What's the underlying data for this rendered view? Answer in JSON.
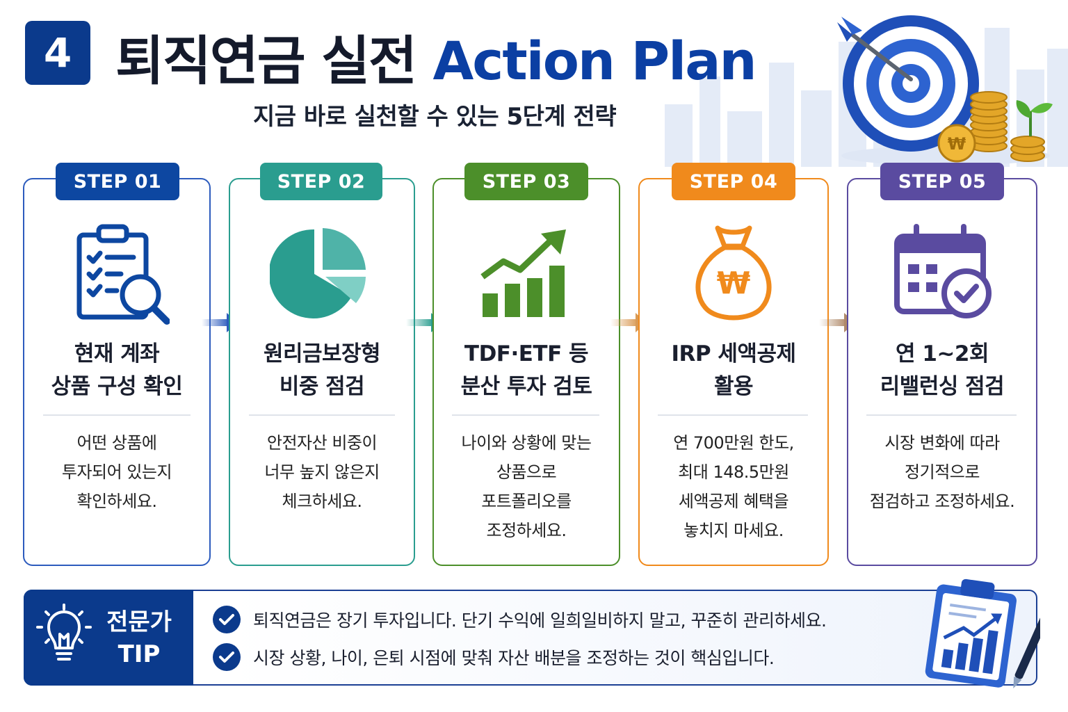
{
  "header": {
    "number": "4",
    "title_main": "퇴직연금 실전 ",
    "title_accent": "Action Plan",
    "subtitle": "지금 바로 실천할 수 있는 5단계 전략"
  },
  "colors": {
    "navy": "#0b3a8c",
    "step1": "#0d47a1",
    "step2": "#2a9d8f",
    "step3": "#4c8f2a",
    "step4": "#f08a1c",
    "step5": "#5a4ba0"
  },
  "steps": [
    {
      "tag": "STEP 01",
      "title1": "현재 계좌",
      "title2": "상품 구성 확인",
      "desc": [
        "어떤 상품에",
        "투자되어 있는지",
        "확인하세요."
      ],
      "icon": "clipboard-search-icon"
    },
    {
      "tag": "STEP 02",
      "title1": "원리금보장형",
      "title2": "비중 점검",
      "desc": [
        "안전자산 비중이",
        "너무 높지 않은지",
        "체크하세요."
      ],
      "icon": "pie-chart-icon"
    },
    {
      "tag": "STEP 03",
      "title1": "TDF·ETF 등",
      "title2": "분산 투자 검토",
      "desc": [
        "나이와 상황에 맞는",
        "상품으로",
        "포트폴리오를",
        "조정하세요."
      ],
      "icon": "growth-chart-icon"
    },
    {
      "tag": "STEP 04",
      "title1": "IRP 세액공제",
      "title2": "활용",
      "desc": [
        "연 700만원 한도,",
        "최대 148.5만원",
        "세액공제 혜택을",
        "놓치지 마세요."
      ],
      "icon": "money-bag-icon"
    },
    {
      "tag": "STEP 05",
      "title1": "연 1~2회",
      "title2": "리밸런싱 점검",
      "desc": [
        "시장 변화에 따라",
        "정기적으로",
        "점검하고 조정하세요."
      ],
      "icon": "calendar-check-icon"
    }
  ],
  "tip": {
    "label1": "전문가",
    "label2": "TIP",
    "items": [
      "퇴직연금은 장기 투자입니다. 단기 수익에 일희일비하지 말고, 꾸준히 관리하세요.",
      "시장 상황, 나이, 은퇴 시점에 맞춰 자산 배분을 조정하는 것이 핵심입니다."
    ]
  }
}
